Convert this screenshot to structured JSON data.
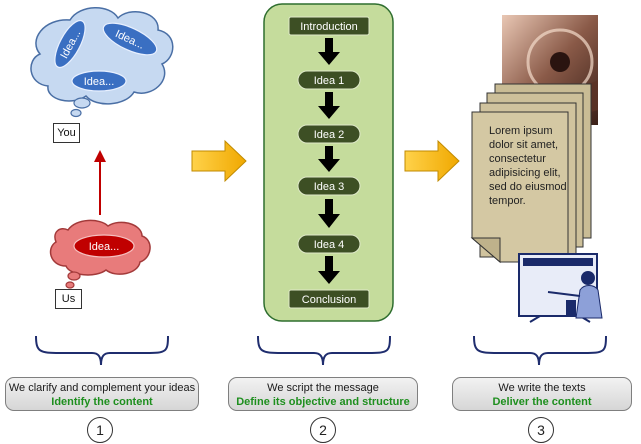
{
  "step1": {
    "thought_ideas": [
      "Idea...",
      "Idea...",
      "Idea..."
    ],
    "you_label": "You",
    "red_idea": "Idea...",
    "us_label": "Us",
    "caption": "We clarify and complement your ideas",
    "subcaption": "Identify the content",
    "number": "1"
  },
  "step2": {
    "flow": [
      "Introduction",
      "Idea 1",
      "Idea 2",
      "Idea 3",
      "Idea 4",
      "Conclusion"
    ],
    "caption": "We script the message",
    "subcaption": "Define its objective and structure",
    "number": "2"
  },
  "step3": {
    "page_text": "Lorem ipsum dolor sit amet, consectetur adipisicing elit, sed do eiusmod tempor.",
    "caption": "We write the texts",
    "subcaption": "Deliver the content",
    "number": "3"
  },
  "colors": {
    "cloud_blue": "#c6d9f1",
    "ellipse_blue": "#3a6fc2",
    "cloud_red": "#e87b7b",
    "ellipse_red": "#c00000",
    "panel_green": "#c5dc9c",
    "flow_box": "#3d4f24",
    "arrow_orange": "#f7b900",
    "caption_green": "#1e8f1e"
  }
}
